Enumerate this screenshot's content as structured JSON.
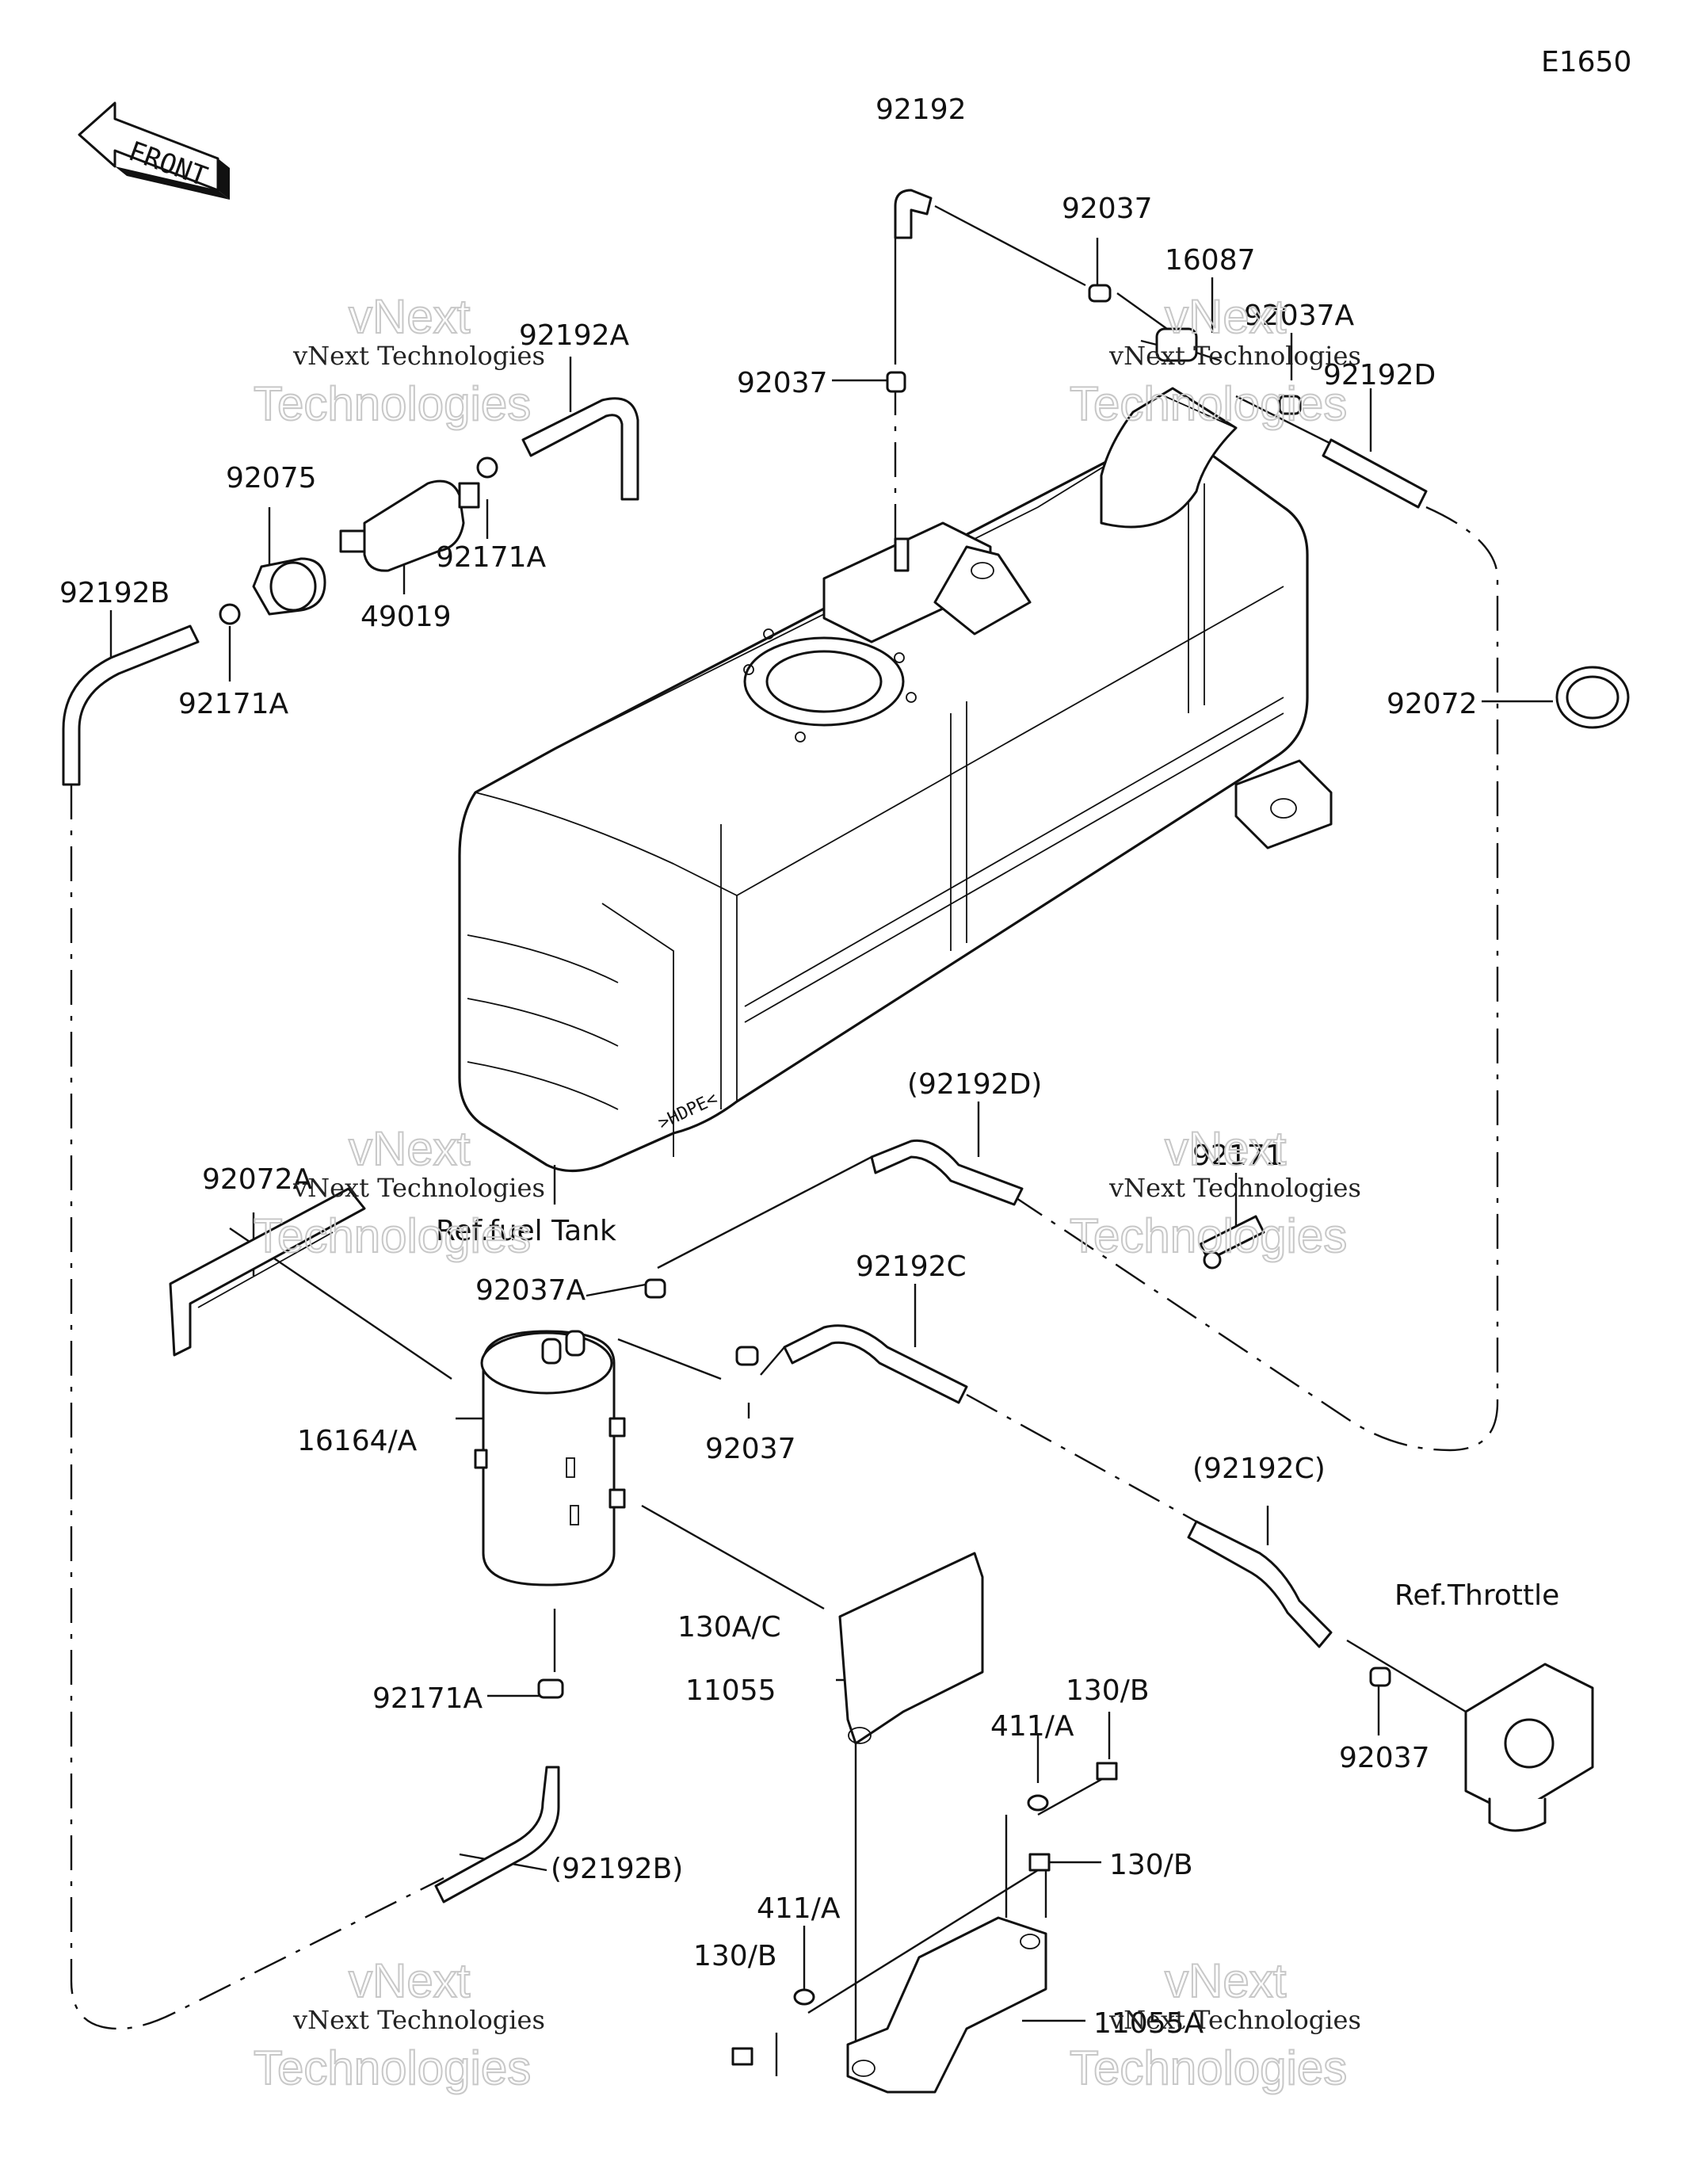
{
  "diagram_id": "E1650",
  "front_arrow": "FRONT",
  "labels": {
    "p92192": "92192",
    "p92037_top": "92037",
    "p16087": "16087",
    "p92037A_top": "92037A",
    "p92192D": "92192D",
    "p92192A": "92192A",
    "p92037_mid": "92037",
    "p92075": "92075",
    "p92171A_a": "92171A",
    "p49019": "49019",
    "p92192B": "92192B",
    "p92171A_b": "92171A",
    "p92072": "92072",
    "p92192D_ref": "(92192D)",
    "p92171": "92171",
    "ref_fuel_tank": "Ref.fuel Tank",
    "p92072A": "92072A",
    "p92037A_low": "92037A",
    "p92192C": "92192C",
    "p16164A": "16164/A",
    "p92037_low": "92037",
    "p92192C_ref": "(92192C)",
    "ref_throttle": "Ref.Throttle",
    "p130AC": "130A/C",
    "p11055": "11055",
    "p411A_a": "411/A",
    "p130B_a": "130/B",
    "p92171A_c": "92171A",
    "p92037_r": "92037",
    "p130B_b": "130/B",
    "p92192B_ref": "(92192B)",
    "p411A_b": "411/A",
    "p130B_c": "130/B",
    "p11055A": "11055A",
    "tank_mark": ">HDPE<"
  },
  "watermark": {
    "line1": "vNext",
    "line2": "vNext Technologies",
    "line3": "Technologies"
  }
}
